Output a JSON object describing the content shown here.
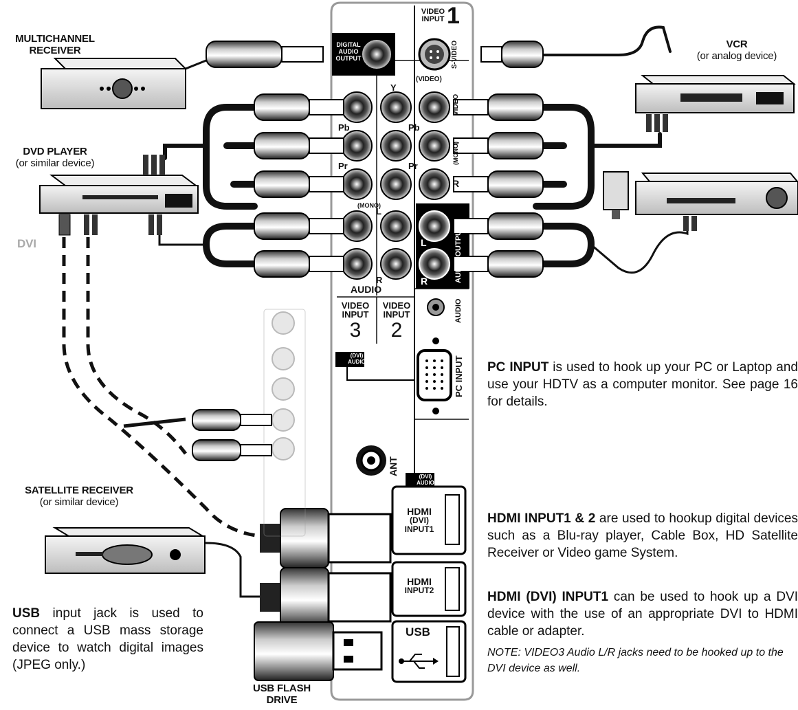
{
  "devices": {
    "multichannel": "MULTICHANNEL RECEIVER",
    "vcr": "VCR",
    "vcr_sub": "(or analog device)",
    "dvd": "DVD PLAYER",
    "dvd_sub": "(or similar device)",
    "dvi": "DVI",
    "satellite": "SATELLITE RECEIVER",
    "satellite_sub": "(or similar device)",
    "usb_flash_1": "USB FLASH",
    "usb_flash_2": "DRIVE"
  },
  "panel_labels": {
    "video_input_top": "VIDEO",
    "input_top": "INPUT",
    "input_num_1": "1",
    "digital": "DIGITAL",
    "audio": "AUDIO",
    "output": "OUTPUT",
    "s_video": "S-VIDEO",
    "video_paren": "(VIDEO)",
    "video_vert": "VIDEO",
    "y": "Y",
    "pb": "Pb",
    "pr": "Pr",
    "l": "L",
    "r": "R",
    "mono": "(MONO)",
    "audio_main": "AUDIO",
    "audio_output_vert": "AUDIO OUTPUT",
    "audio_vert": "AUDIO",
    "video_input_3a": "VIDEO",
    "video_input_3b": "INPUT",
    "num_3": "3",
    "video_input_2a": "VIDEO",
    "video_input_2b": "INPUT",
    "num_2": "2",
    "dvi_audio_a": "(DVI)",
    "dvi_audio_b": "AUDIO",
    "pc_input_vert": "PC INPUT",
    "ant": "ANT",
    "hdmi": "HDMI",
    "dvi_paren": "(DVI)",
    "input1": "INPUT1",
    "input2": "INPUT2",
    "usb": "USB"
  },
  "descriptions": {
    "pc_bold": "PC INPUT",
    "pc_text": " is used to hook up your PC or Laptop and use your HDTV as a computer monitor. See page 16 for details.",
    "hdmi_bold": "HDMI INPUT1 & 2",
    "hdmi_text": " are used to hookup digital devices such as a Blu-ray player, Cable Box, HD Satellite Receiver or Video game System.",
    "hdmi_dvi_bold": "HDMI (DVI) INPUT1",
    "hdmi_dvi_text": " can be used to hook up a DVI device with the use of an appropriate DVI to HDMI cable or adapter.",
    "note_label": "NOTE",
    "note_text": ": VIDEO3 Audio L/R jacks need to be hooked up to the DVI device as well.",
    "usb_bold": "USB",
    "usb_text": " input jack is used to connect a USB mass storage device to watch digital images (JPEG only.)"
  }
}
